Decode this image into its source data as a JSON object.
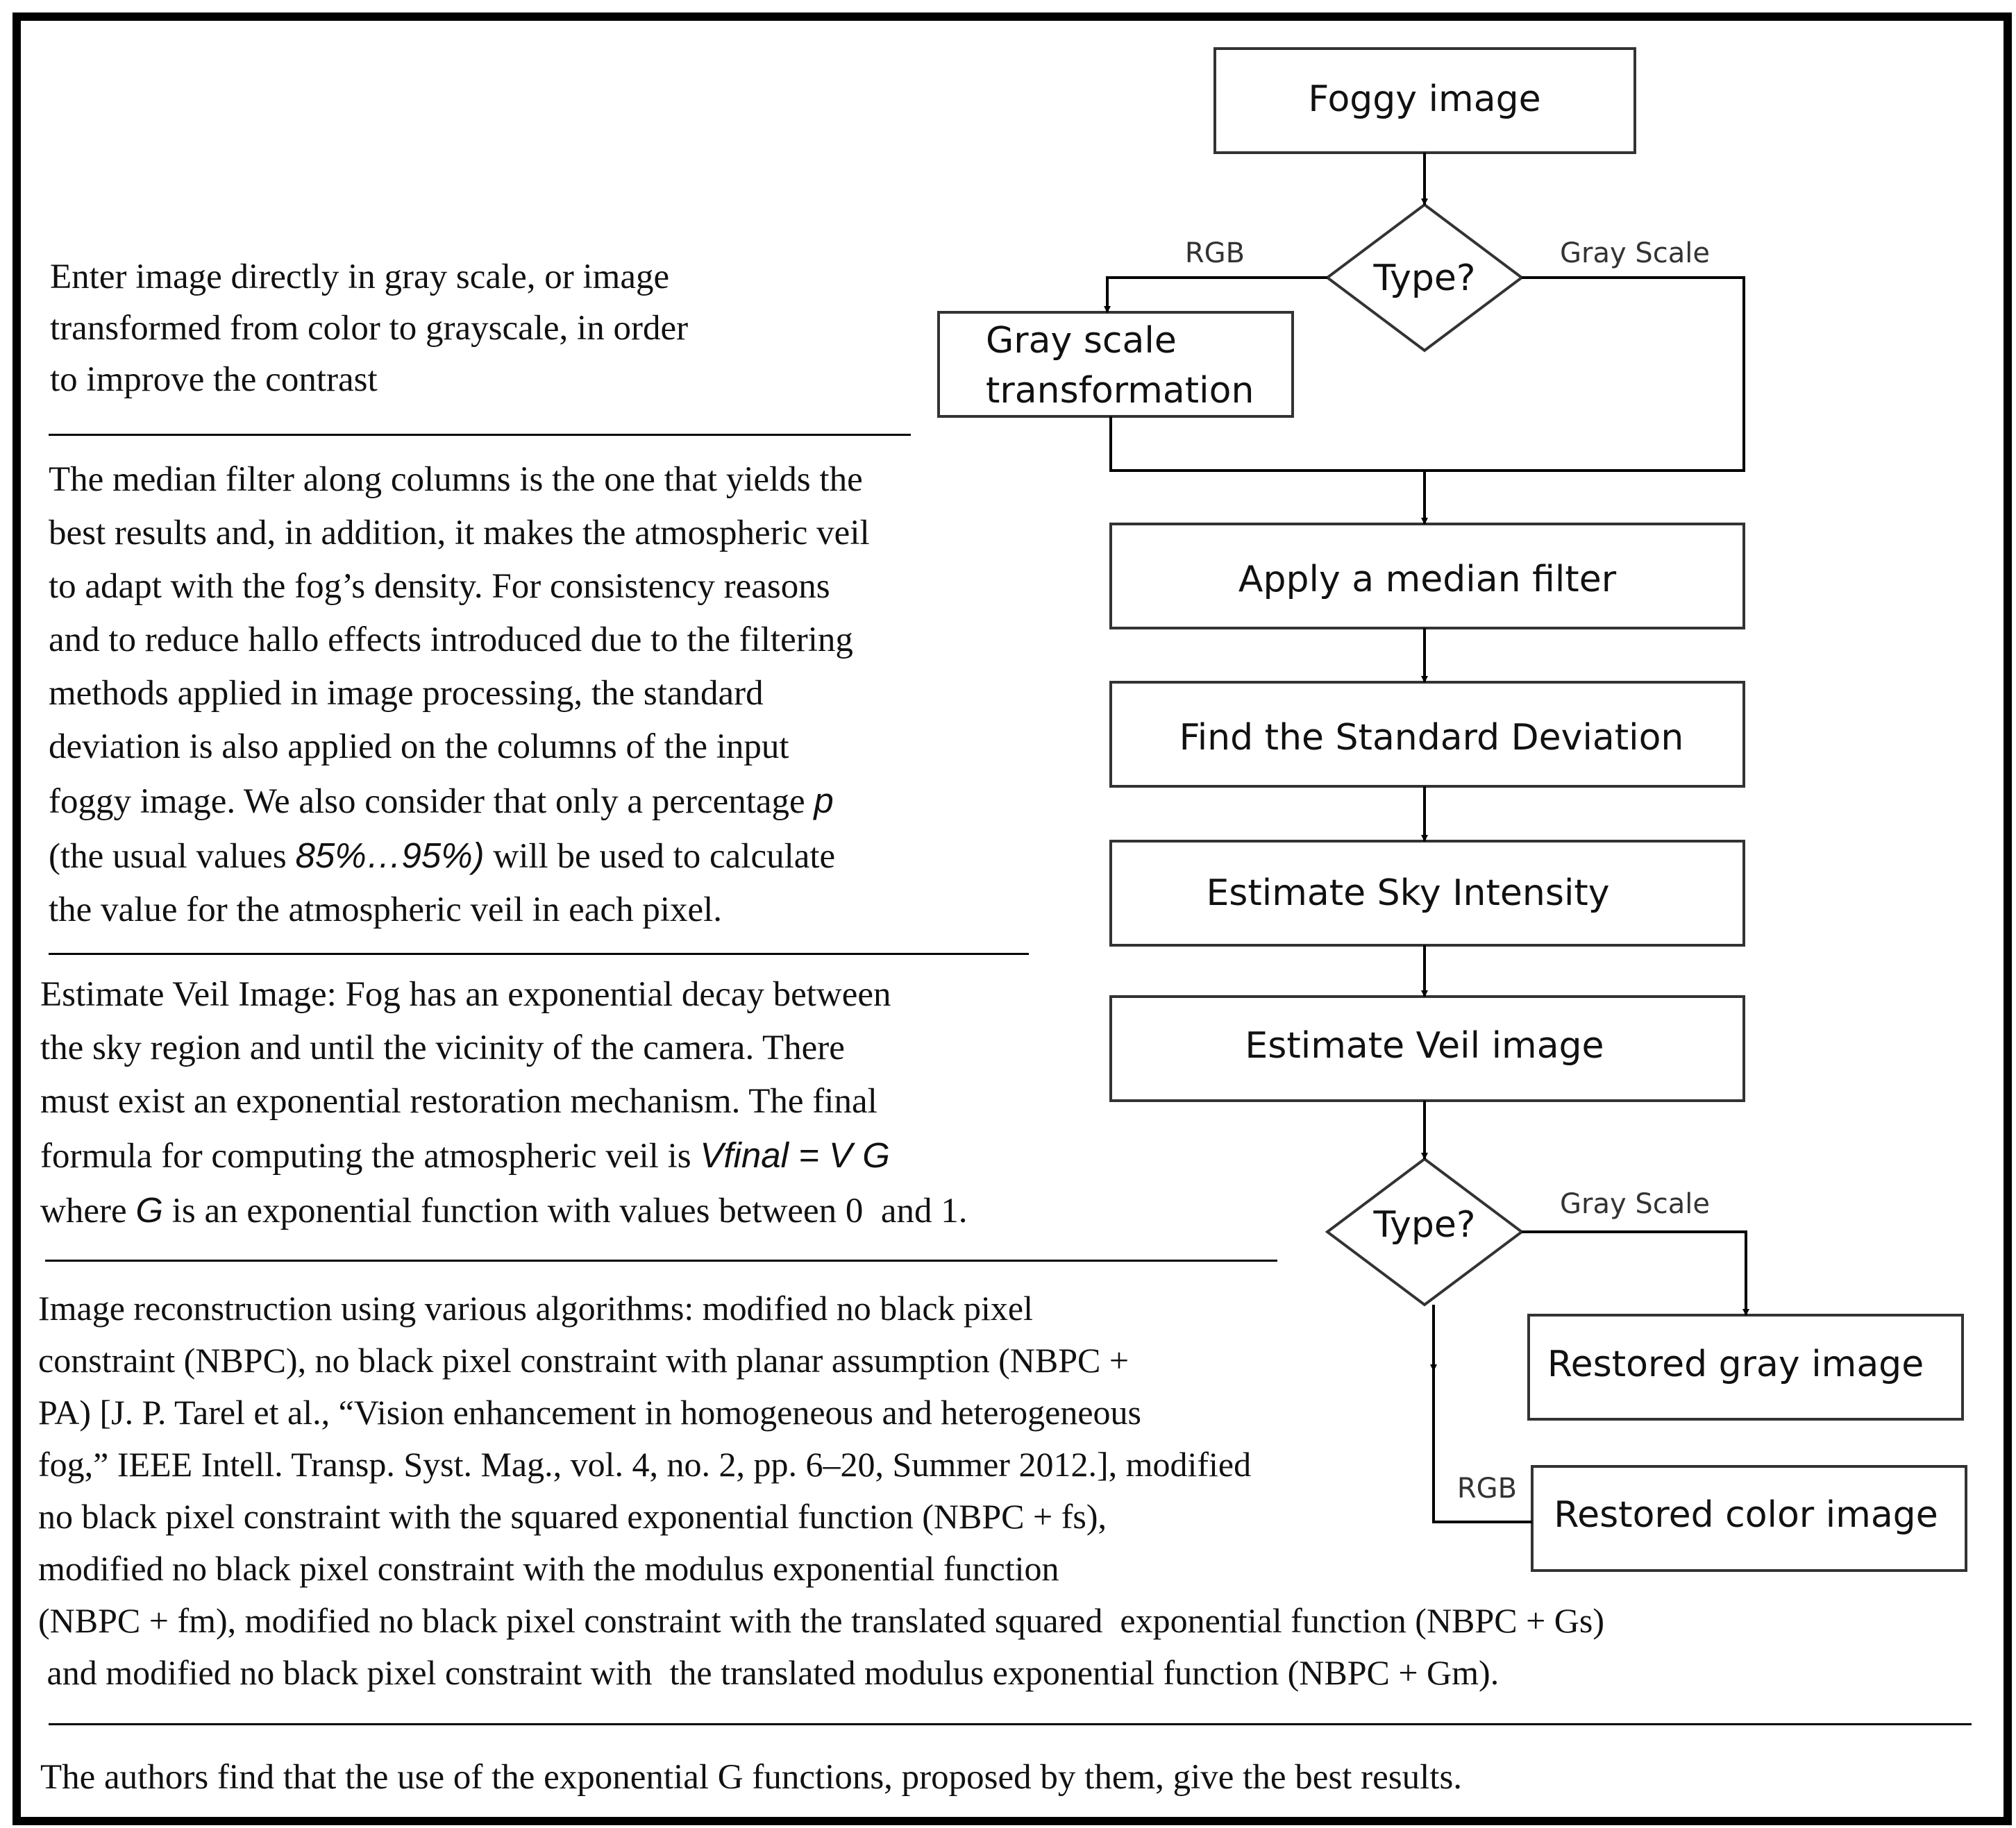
{
  "flow": {
    "foggy": "Foggy image",
    "type1": "Type?",
    "rgb1": "RGB",
    "gray1": "Gray Scale",
    "grayscale_l1": "Gray scale",
    "grayscale_l2": "transformation",
    "median": "Apply a median filter",
    "stddev": "Find the Standard Deviation",
    "sky": "Estimate Sky Intensity",
    "veil": "Estimate Veil image",
    "type2": "Type?",
    "gray2": "Gray Scale",
    "rgb2": "RGB",
    "restored_gray": "Restored gray image",
    "restored_color": "Restored color image"
  },
  "notes": {
    "n1": "Enter image directly in gray scale, or image\ntransformed from color to grayscale, in order\nto improve the contrast",
    "n2a": "The median filter along columns is the one that yields the\nbest results and, in addition, it makes the atmospheric veil\nto adapt with the fog’s density. For consistency reasons\nand to reduce hallo effects introduced due to the filtering\nmethods applied in image processing, the standard\ndeviation is also applied on the columns of the input\nfoggy image. We also consider that only a percentage ",
    "n2_p": "p",
    "n2b": "\n(the usual values ",
    "n2_range": "85%…95%)",
    "n2c": " will be used to calculate\nthe value for the atmospheric veil in each pixel.",
    "n3a": "Estimate Veil Image: Fog has an exponential decay between\nthe sky region and until the vicinity of the camera. There\nmust exist an exponential restoration mechanism. The final\nformula for computing the atmospheric veil is ",
    "n3_formula": "Vfinal = V G",
    "n3b": "\nwhere ",
    "n3_g": "G",
    "n3c": " is an exponential function with values between 0  and 1.",
    "n4": "Image reconstruction using various algorithms: modified no black pixel\nconstraint (NBPC), no black pixel constraint with planar assumption (NBPC +\nPA) [J. P. Tarel et al., “Vision enhancement in homogeneous and heterogeneous\nfog,” IEEE Intell. Transp. Syst. Mag., vol. 4, no. 2, pp. 6–20, Summer 2012.], modified\nno black pixel constraint with the squared exponential function (NBPC + fs),\nmodified no black pixel constraint with the modulus exponential function\n(NBPC + fm), modified no black pixel constraint with the translated squared  exponential function (NBPC + Gs)\n and modified no black pixel constraint with  the translated modulus exponential function (NBPC + Gm).",
    "n5": "The authors find that the use of the exponential G functions, proposed by them, give the best results."
  }
}
